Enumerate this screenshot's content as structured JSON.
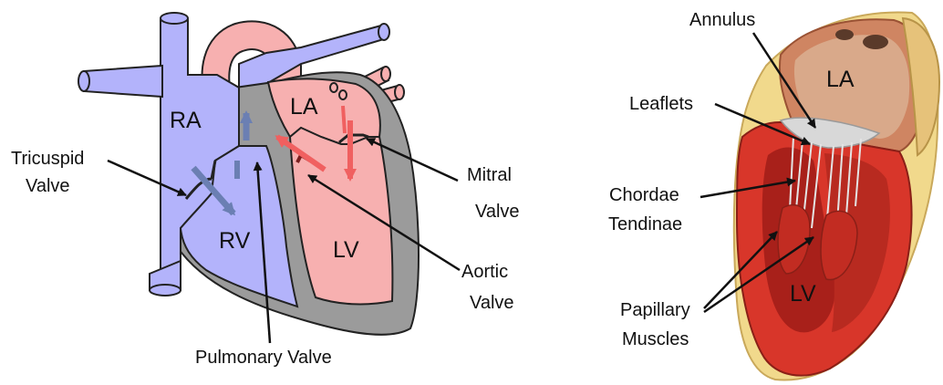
{
  "left_diagram": {
    "chambers": {
      "ra": "RA",
      "rv": "RV",
      "la": "LA",
      "lv": "LV"
    },
    "labels": {
      "tricuspid_line1": "Tricuspid",
      "tricuspid_line2": "Valve",
      "mitral_line1": "Mitral",
      "mitral_line2": "Valve",
      "aortic_line1": "Aortic",
      "aortic_line2": "Valve",
      "pulmonary": "Pulmonary Valve"
    },
    "colors": {
      "deoxygenated": "#b3b3fb",
      "oxygenated": "#f7b0b0",
      "wall": "#9b9b9b",
      "blue_arrow": "#6b7fb3",
      "red_arrow": "#f06060"
    }
  },
  "right_diagram": {
    "chambers": {
      "la": "LA",
      "lv": "LV"
    },
    "labels": {
      "annulus": "Annulus",
      "leaflets": "Leaflets",
      "chordae_line1": "Chordae",
      "chordae_line2": "Tendinae",
      "papillary_line1": "Papillary",
      "papillary_line2": "Muscles"
    },
    "colors": {
      "muscle": "#d8362a",
      "fat": "#f1d98c",
      "atrium": "#d9a98a",
      "chordae": "#d8d8d8"
    }
  }
}
